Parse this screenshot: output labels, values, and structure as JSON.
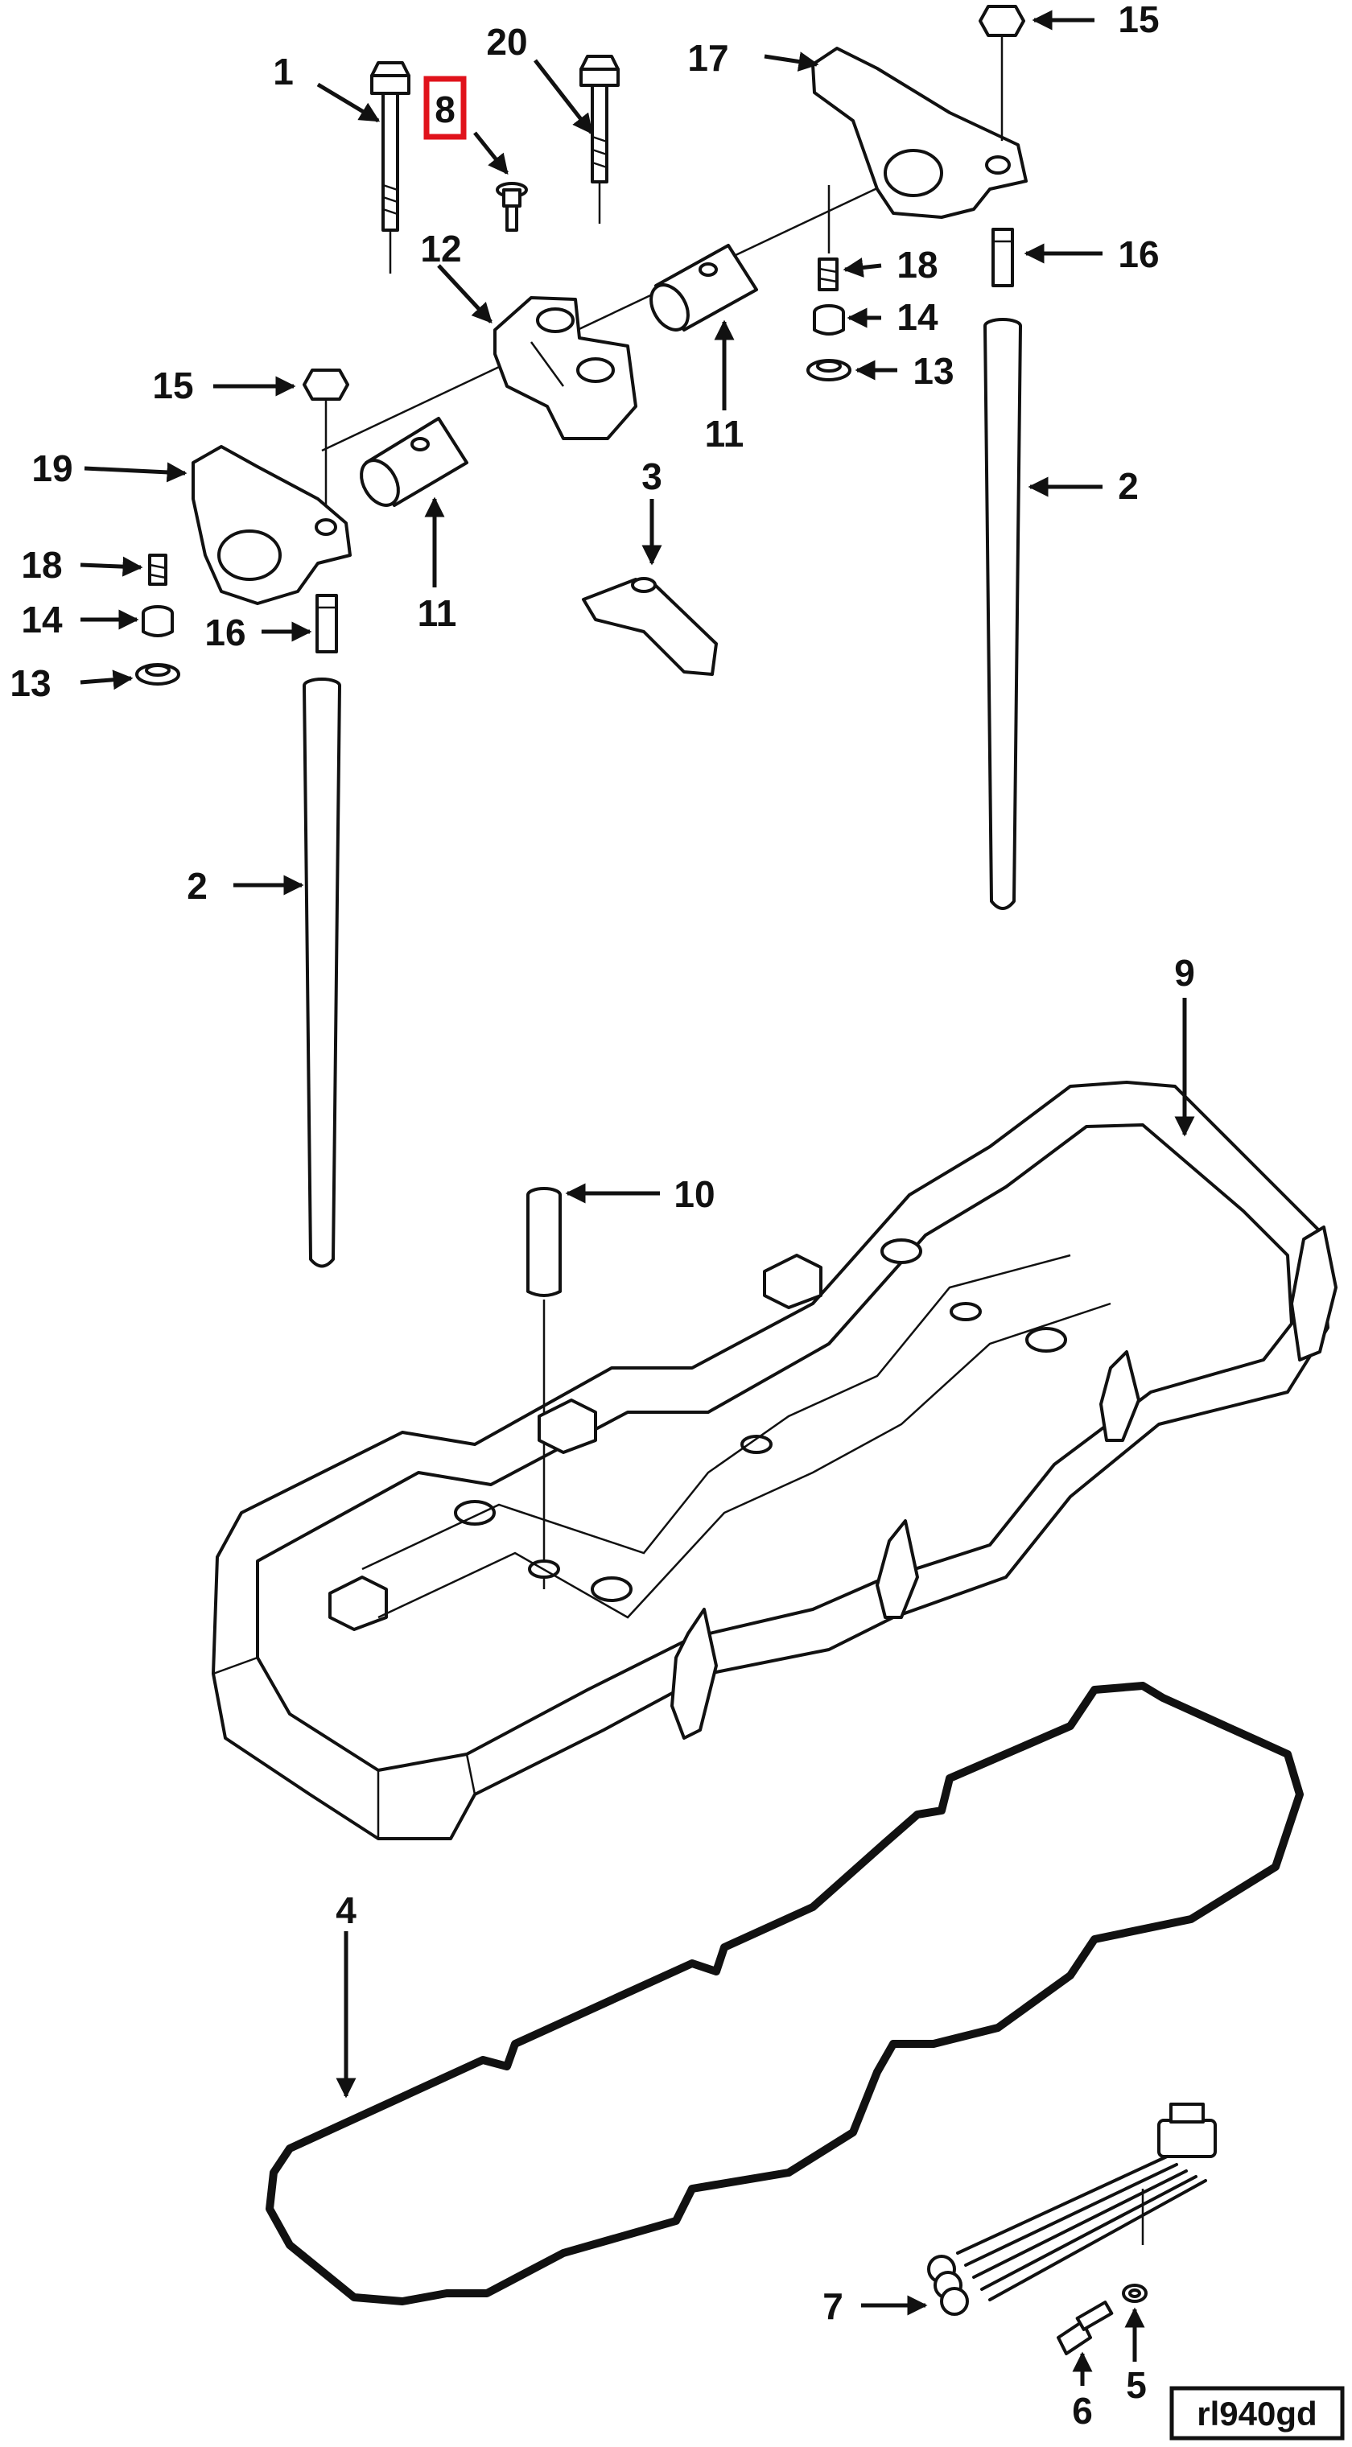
{
  "figure": {
    "reference_code": "rl940gd",
    "highlighted_callout": "8"
  },
  "callouts": {
    "c1": "1",
    "c2a": "2",
    "c2b": "2",
    "c3": "3",
    "c4": "4",
    "c5": "5",
    "c6": "6",
    "c7": "7",
    "c8": "8",
    "c9": "9",
    "c10": "10",
    "c11a": "11",
    "c11b": "11",
    "c12": "12",
    "c13a": "13",
    "c13b": "13",
    "c14a": "14",
    "c14b": "14",
    "c15a": "15",
    "c15b": "15",
    "c16a": "16",
    "c16b": "16",
    "c17": "17",
    "c18a": "18",
    "c18b": "18",
    "c19": "19",
    "c20": "20"
  },
  "colors": {
    "line": "#111111",
    "highlight": "#e0121b",
    "background": "#ffffff"
  }
}
